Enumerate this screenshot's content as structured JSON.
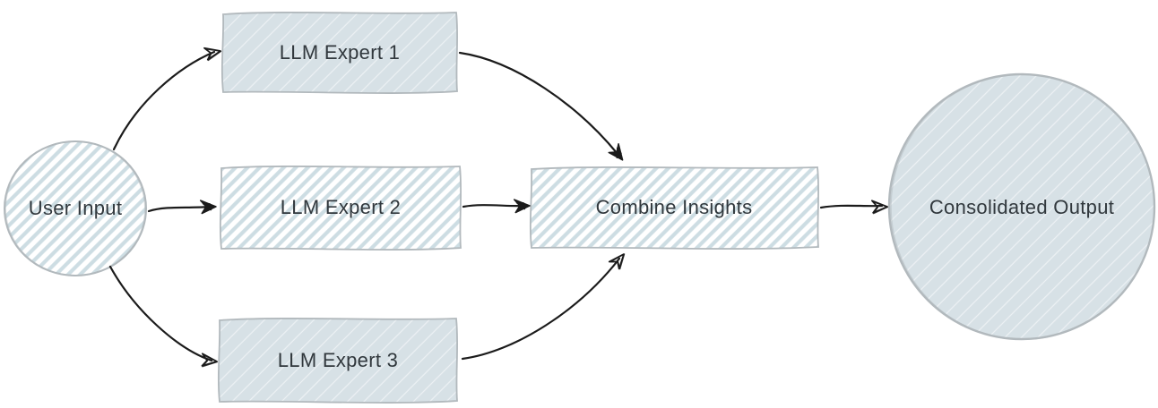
{
  "diagram": {
    "type": "flowchart",
    "background": "#ffffff",
    "colors": {
      "node_fill": "#d7e1e6",
      "hachure_stroke": "#cddde3",
      "shape_stroke": "#b2b9bd",
      "arrow": "#1b1b1b",
      "text": "#31383d"
    },
    "nodes": {
      "user_input": {
        "label": "User Input",
        "shape": "ellipse",
        "fill_style": "hachure"
      },
      "expert1": {
        "label": "LLM Expert 1",
        "shape": "rectangle",
        "fill_style": "solid"
      },
      "expert2": {
        "label": "LLM Expert 2",
        "shape": "rectangle",
        "fill_style": "hachure"
      },
      "expert3": {
        "label": "LLM Expert 3",
        "shape": "rectangle",
        "fill_style": "solid"
      },
      "combine": {
        "label": "Combine Insights",
        "shape": "rectangle",
        "fill_style": "hachure"
      },
      "output": {
        "label": "Consolidated Output",
        "shape": "ellipse",
        "fill_style": "solid"
      }
    },
    "edges": [
      {
        "from": "user_input",
        "to": "expert1"
      },
      {
        "from": "user_input",
        "to": "expert2"
      },
      {
        "from": "user_input",
        "to": "expert3"
      },
      {
        "from": "expert1",
        "to": "combine"
      },
      {
        "from": "expert2",
        "to": "combine"
      },
      {
        "from": "expert3",
        "to": "combine"
      },
      {
        "from": "combine",
        "to": "output"
      }
    ]
  }
}
